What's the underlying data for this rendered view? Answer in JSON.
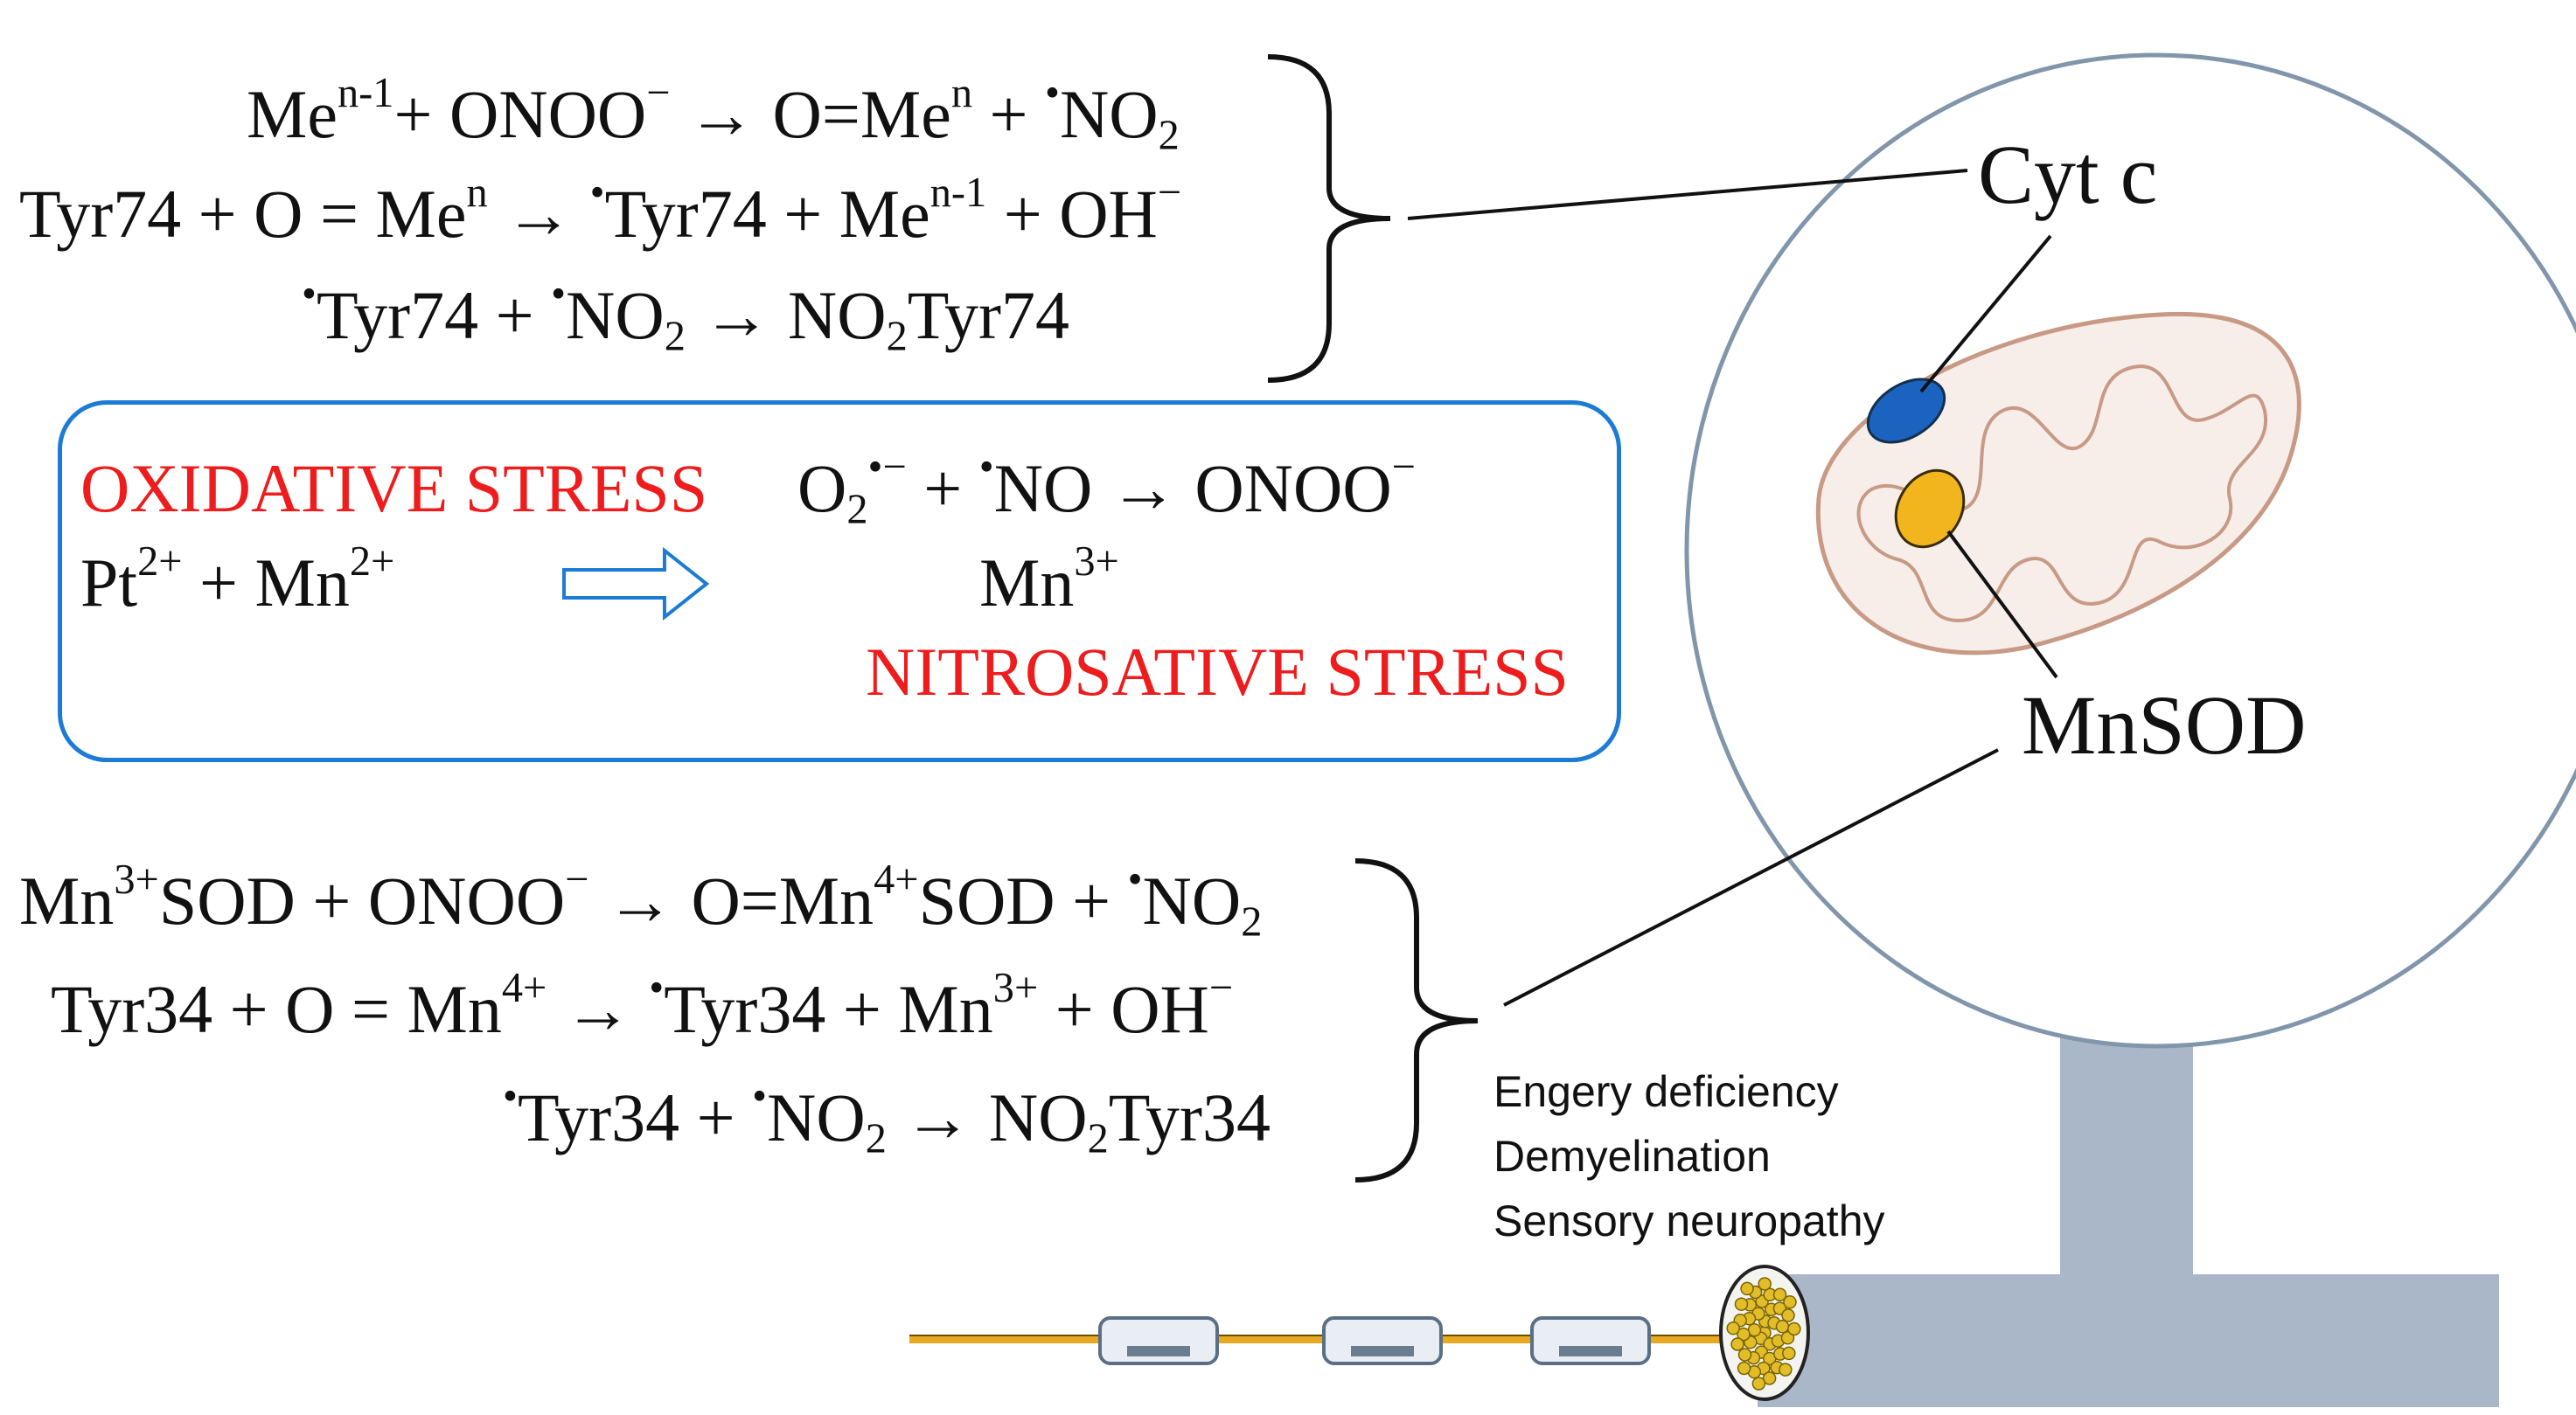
{
  "top_block": {
    "eq1": {
      "t1": "Me",
      "s1": "n-1",
      "t2": "+ ONOO",
      "s2": "−",
      "t3": " → O=Me",
      "s3": "n",
      "t4": " + ",
      "s4": "•",
      "t5": "NO",
      "b5": "2"
    },
    "eq2": {
      "t1": "Tyr74 + O = Me",
      "s1": "n",
      "t2": " → ",
      "s2": "•",
      "t3": "Tyr74 + Me",
      "s3": "n-1",
      "t4": " + OH",
      "s4": "−"
    },
    "eq3": {
      "s1": "•",
      "t1": "Tyr74 + ",
      "s2": "•",
      "t2": "NO",
      "b2": "2",
      "t3": " → NO",
      "b3": "2",
      "t4": "Tyr74"
    }
  },
  "stress_box": {
    "oxidative": "OXIDATIVE STRESS",
    "metals": {
      "t1": "Pt",
      "s1": "2+",
      "t2": " + Mn",
      "s2": "2+"
    },
    "reaction": {
      "t1": "O",
      "b1": "2",
      "s1": "•−",
      "t2": " + ",
      "s2": "•",
      "t3": "NO → ONOO",
      "s3": "−"
    },
    "mn3": {
      "t1": "Mn",
      "s1": "3+"
    },
    "nitrosative": "NITROSATIVE STRESS"
  },
  "bottom_block": {
    "eq1": {
      "t1": "Mn",
      "s1": "3+",
      "t2": "SOD + ONOO",
      "s2": "−",
      "t3": " → O=Mn",
      "s3": "4+",
      "t4": "SOD + ",
      "s4": "•",
      "t5": "NO",
      "b5": "2"
    },
    "eq2": {
      "t1": "Tyr34 + O = Mn",
      "s1": "4+",
      "t2": " → ",
      "s2": "•",
      "t3": "Tyr34 + Mn",
      "s3": "3+",
      "t4": " + OH",
      "s4": "−"
    },
    "eq3": {
      "s1": "•",
      "t1": "Tyr34 + ",
      "s2": "•",
      "t2": "NO",
      "b2": "2",
      "t3": " → NO",
      "b3": "2",
      "t4": "Tyr34"
    }
  },
  "labels": {
    "cyt_c": "Cyt c",
    "mnsod": "MnSOD"
  },
  "effects": [
    "Engery deficiency",
    "Demyelination",
    "Sensory neuropathy"
  ],
  "colors": {
    "box_border": "#1c7bd4",
    "red_text": "#ee1c1c",
    "cell_outline": "#8196ab",
    "axon_column": "#a9b7c9",
    "cyt_c": "#1c63c0",
    "mnsod": "#f3b51e",
    "mito": "#c89a86",
    "axon": "#e8a820"
  }
}
